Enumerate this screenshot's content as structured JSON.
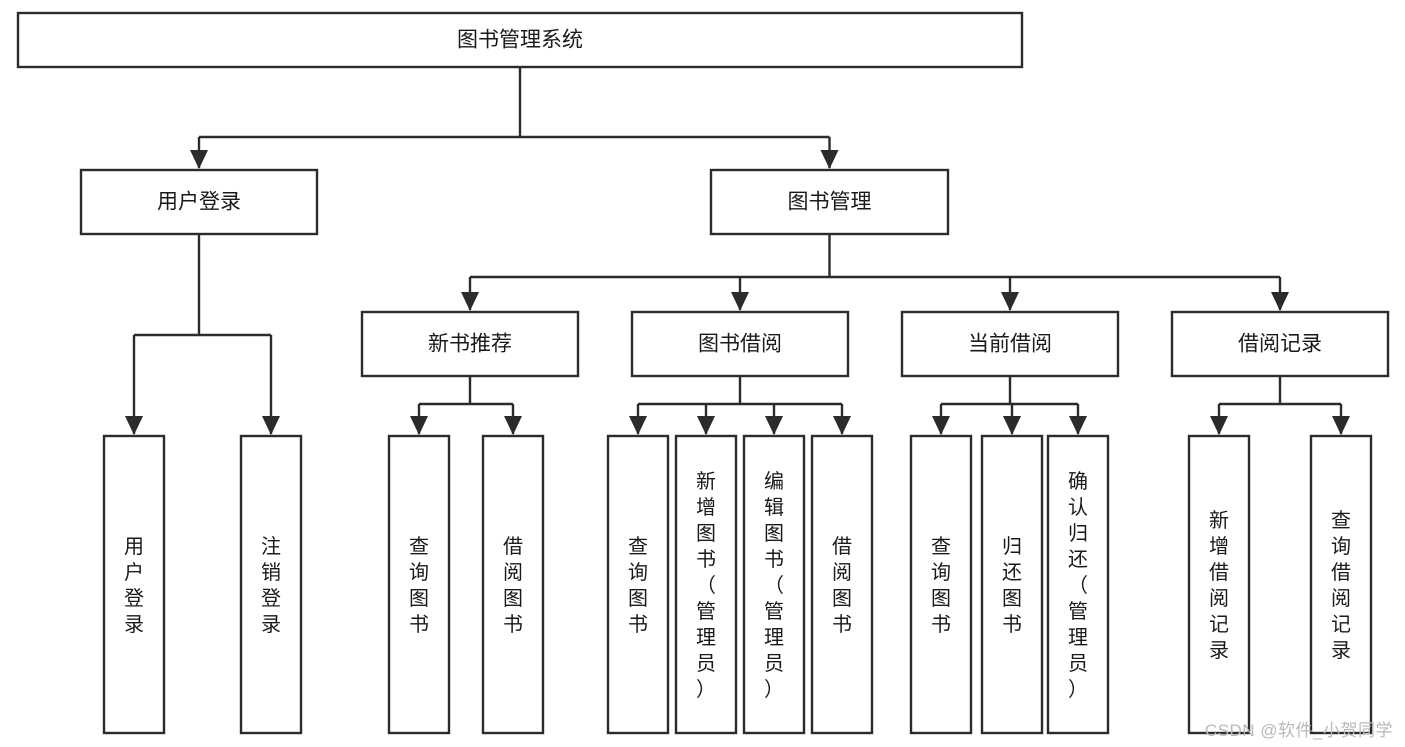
{
  "diagram": {
    "title": "图书管理系统",
    "type": "tree-hierarchy-diagram",
    "watermark": "CSDN @软件_小贺同学",
    "colors": {
      "stroke": "#2b2b2b",
      "fill": "#ffffff",
      "text": "#1a1a1a",
      "watermark": "#b9b9b9",
      "background": "#ffffff"
    },
    "root": {
      "label": "图书管理系统",
      "orientation": "horizontal"
    },
    "level2": [
      {
        "label": "用户登录",
        "orientation": "horizontal"
      },
      {
        "label": "图书管理",
        "orientation": "horizontal"
      }
    ],
    "level3": [
      {
        "label": "新书推荐",
        "orientation": "horizontal",
        "parent": "图书管理"
      },
      {
        "label": "图书借阅",
        "orientation": "horizontal",
        "parent": "图书管理"
      },
      {
        "label": "当前借阅",
        "orientation": "horizontal",
        "parent": "图书管理"
      },
      {
        "label": "借阅记录",
        "orientation": "horizontal",
        "parent": "图书管理"
      }
    ],
    "leaves": {
      "用户登录": [
        {
          "label": "用户登录",
          "orientation": "vertical"
        },
        {
          "label": "注销登录",
          "orientation": "vertical"
        }
      ],
      "新书推荐": [
        {
          "label": "查询图书",
          "orientation": "vertical"
        },
        {
          "label": "借阅图书",
          "orientation": "vertical"
        }
      ],
      "图书借阅": [
        {
          "label": "查询图书",
          "orientation": "vertical"
        },
        {
          "label": "新增图书（管理员）",
          "orientation": "vertical"
        },
        {
          "label": "编辑图书（管理员）",
          "orientation": "vertical"
        },
        {
          "label": "借阅图书",
          "orientation": "vertical"
        }
      ],
      "当前借阅": [
        {
          "label": "查询图书",
          "orientation": "vertical"
        },
        {
          "label": "归还图书",
          "orientation": "vertical"
        },
        {
          "label": "确认归还（管理员）",
          "orientation": "vertical"
        }
      ],
      "借阅记录": [
        {
          "label": "新增借阅记录",
          "orientation": "vertical"
        },
        {
          "label": "查询借阅记录",
          "orientation": "vertical"
        }
      ]
    },
    "nodes_flat": [
      "图书管理系统",
      "用户登录",
      "图书管理",
      "新书推荐",
      "图书借阅",
      "当前借阅",
      "借阅记录",
      "用户登录",
      "注销登录",
      "查询图书",
      "借阅图书",
      "查询图书",
      "新增图书（管理员）",
      "编辑图书（管理员）",
      "借阅图书",
      "查询图书",
      "归还图书",
      "确认归还（管理员）",
      "新增借阅记录",
      "查询借阅记录"
    ]
  }
}
